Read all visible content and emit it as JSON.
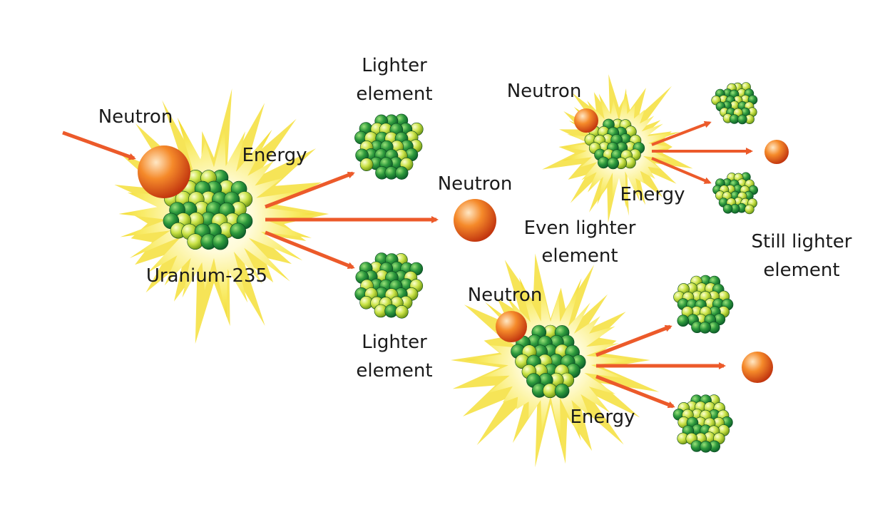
{
  "labels": {
    "neutron_incoming": "Neutron",
    "uranium": "Uranium-235",
    "energy_main": "Energy",
    "lighter_top_line1": "Lighter",
    "lighter_top_line2": "element",
    "neutron_middle": "Neutron",
    "lighter_bottom_line1": "Lighter",
    "lighter_bottom_line2": "element",
    "neutron_upper_right": "Neutron",
    "energy_upper_right": "Energy",
    "even_lighter_line1": "Even lighter",
    "even_lighter_line2": "element",
    "still_lighter_line1": "Still lighter",
    "still_lighter_line2": "element",
    "neutron_lower_right": "Neutron",
    "energy_lower_right": "Energy"
  },
  "colors": {
    "arrow": "#ec5a2a",
    "neutron_highlight": "#ffd9a8",
    "neutron_mid": "#f07d23",
    "neutron_dark": "#c2360f",
    "nucleon_green_light": "#7ad05a",
    "nucleon_green_dark": "#0d5e2a",
    "nucleon_yellow_light": "#f4f7a0",
    "nucleon_yellow_dark": "#8db51c",
    "burst_outer": "#f6e544",
    "burst_inner": "#fffde8",
    "text": "#1a1a1a"
  }
}
